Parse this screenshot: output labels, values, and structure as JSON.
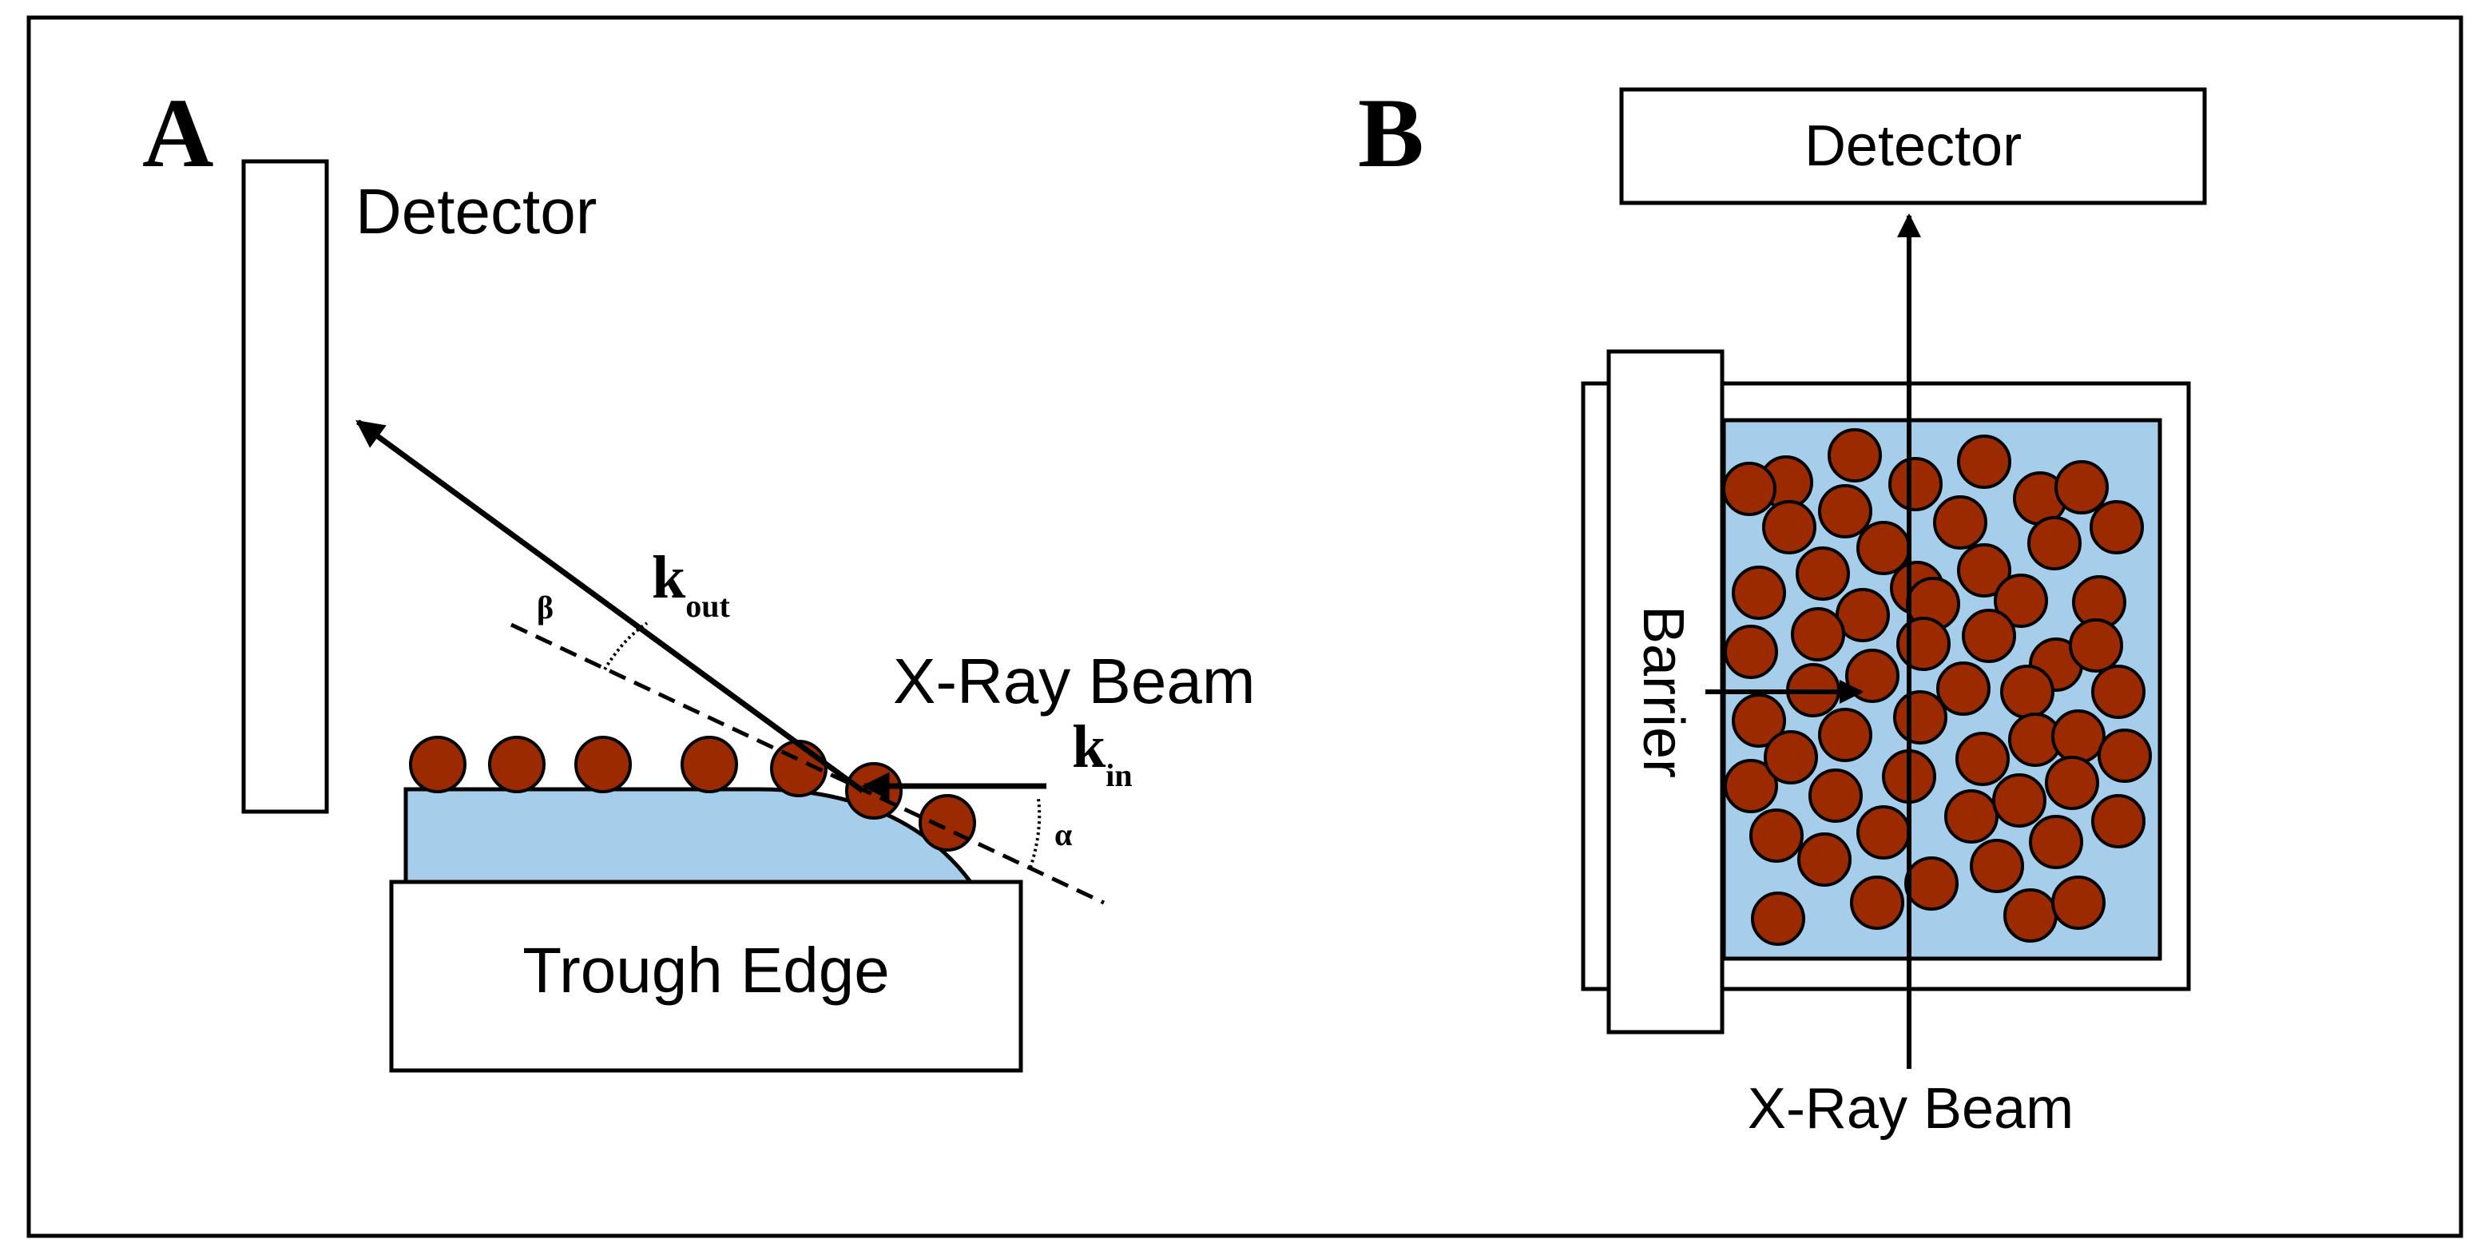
{
  "panel_a": {
    "letter": "A",
    "detector_label": "Detector",
    "beam_label": "X-Ray Beam",
    "k_out": {
      "base": "k",
      "sub": "out"
    },
    "k_in": {
      "base": "k",
      "sub": "in"
    },
    "beta": "β",
    "alpha": "α",
    "trough_label": "Trough Edge"
  },
  "panel_b": {
    "letter": "B",
    "detector_label": "Detector",
    "barrier_label": "Barrier",
    "beam_label": "X-Ray Beam"
  },
  "colors": {
    "molecule": "#9c2a00",
    "subphase": "#a6cde9",
    "line": "#000000",
    "background": "#ffffff"
  },
  "icons": [
    "molecule-circle",
    "arrow-head"
  ]
}
